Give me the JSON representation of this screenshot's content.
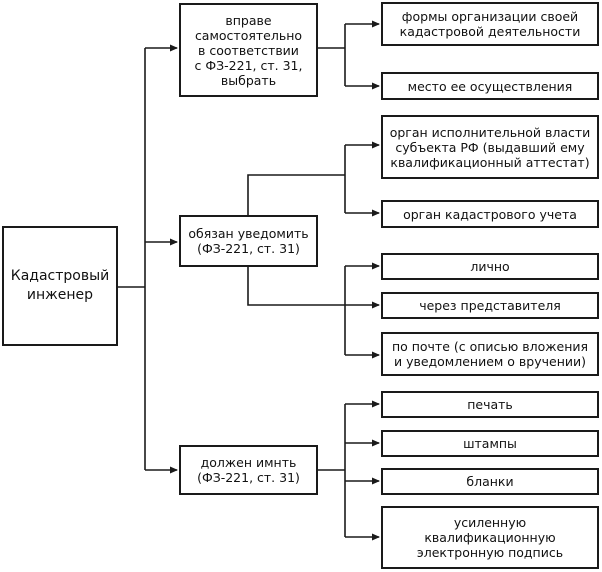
{
  "root": {
    "label": "Кадастровый\nинженер"
  },
  "branches": {
    "choose": {
      "label": "вправе\nсамостоятельно\nв соответствии\nс ФЗ-221, ст. 31,\nвыбрать",
      "items": [
        "формы организации своей\nкадастровой деятельности",
        "место ее осуществления"
      ]
    },
    "notify": {
      "label": "обязан уведомить\n(ФЗ-221, ст. 31)",
      "whom": [
        "орган исполнительной власти\nсубъекта РФ (выдавший ему\nквалификационный аттестат)",
        "орган кадастрового учета"
      ],
      "how": [
        "лично",
        "через представителя",
        "по почте (с описью вложения\nи уведомлением о вручении)"
      ]
    },
    "must_have": {
      "label": "должен имнть\n(ФЗ-221, ст. 31)",
      "items": [
        "печать",
        "штампы",
        "бланки",
        "усиленную\nквалификационную\nэлектронную подпись"
      ]
    }
  },
  "colors": {
    "line": "#1a1a1a",
    "text": "#111111",
    "background": "#ffffff"
  }
}
